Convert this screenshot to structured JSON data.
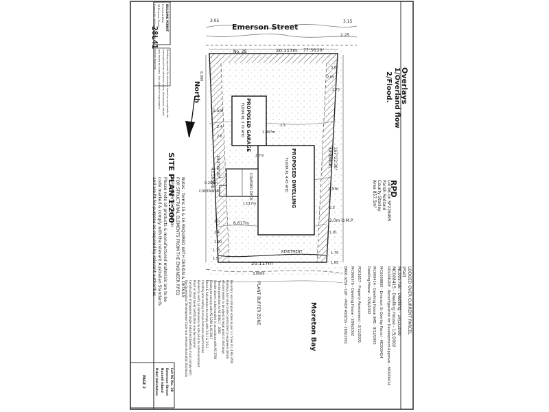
{
  "street": {
    "name": "Emerson Street",
    "rl_left": "3.05",
    "rl_right": "3.15",
    "rl_mid": "2.25"
  },
  "bay": {
    "name": "Moreton Bay"
  },
  "boundary": {
    "top_label": "20.117m",
    "top_bearing": "77°56'20\"",
    "lot_no": "No. 28",
    "bottom_label": "20.117m",
    "depth_left": "43.5956m",
    "depth_left_bearing": "352°39'20\"",
    "depth_right": "39.9840m",
    "depth_right_bearing": "167°22'30\""
  },
  "title": {
    "main": "SITE PLAN 1:200",
    "north": "North"
  },
  "structures": {
    "garage": {
      "label": "PROPOSED GARAGE",
      "floor": "FLOOR RL 3.70 AHD"
    },
    "dwelling": {
      "label": "PROPOSED DWELLING",
      "floor": "FLOOR RL 4.45 AHD"
    },
    "deck": {
      "label": "COVERED DECK"
    },
    "container": "CONTAINER",
    "dims": {
      "front_setback": "6.000",
      "side_a": "1.5m",
      "side_b": "1.087m",
      "mid": "2.7m",
      "deck_gap": "0.200m",
      "rear_gap": "1.017m",
      "rear": "6.617m",
      "right_gap": "2.5m",
      "omp": "2.0m O.M.P."
    },
    "levels": [
      "2.4",
      "2.6",
      "2.5",
      "2.65",
      "2.75",
      "3.0",
      "2.5",
      "1.91",
      "2.0",
      "2.4",
      "1.90",
      "1.75",
      "1.5",
      "1.75",
      "1.65"
    ],
    "buffer": "PLANT BUFFER ZONE",
    "plant_no": "3.0000",
    "revetment": "REVETMENT"
  },
  "overlays": {
    "heading": "Overlays",
    "item1": "1/Overland flow",
    "item2": "2/Flood."
  },
  "rpd": {
    "heading": "RPD",
    "lines": [
      "Lot 96 on SP226495",
      "Parish Redland",
      "County Stanley",
      "Area 857.5m²"
    ]
  },
  "history": {
    "heading": "LODGED OVER CURRENT PARCEL",
    "lines": [
      "(Pad)",
      "MC005798 - Dwelling - 24/2/2000",
      "MC008415 - Dwelling House - 1/5/2002",
      "ROL006208 - Reconfiguration for Development Approval - MC009414",
      "MCU008805 - Emerson St Overlay Parcel - MC009414",
      "MC009414 - Dwelling House SMB - 8/12/2005",
      "Dwelling House - 25/6/2002",
      "PD01657 - Property Assessment - 2/12/2005",
      "MC006976 - Dwelling House - 28/6/2002",
      "BA06 0256 - Cdfr - PROP ASSESS - 28/6/2002"
    ]
  },
  "notes": {
    "lines": [
      "Boundary and site plan notes as per 3.1.5 Ser 8.1.4 AS 3700",
      "Footings and slabs to be constructed to engineers details",
      "All stormwater to be piped to legal point of discharge.",
      "Termite protection to AS 3660.1 - 2000",
      "Smoke alarms to be installed in accordance with AS 3786",
      "Glazing to comply with AS 1288 & AS 2047",
      "Stairs & balustrades to comply with 3.9.1 & 3.9.2",
      "Cladding and roofing to manufacturers specifications",
      "Builder to verify all dimensions on site prior to commencement",
      "Proof of Flood Level certification may be required",
      "Construction of proposed single detached dwelling must comply with",
      "the Queensland Development Code and relevant Australian Standards"
    ]
  },
  "structural": {
    "lines": [
      "Notes - forms 15 & 16 REQUIRED WITH DESIGN & DETAILS",
      "FOR STRUCTURAL ELEMENTS FROM THE ENGINEER RPEQ",
      "BEFORE Final Inspection",
      "Please note all products & manufactured materials are to be",
      "code marked & comply with the relevant Australian Standards",
      "and are fit for purpose as required by relevant authorities"
    ]
  },
  "approval": {
    "lines": [
      "Building approval for structure based on acceptable de-",
      "termination from reference plans, dimensions, details",
      "and levels as shown. Any alteration may require",
      "further approval."
    ]
  },
  "stamp": {
    "label": "BUILDING PERMIT",
    "number": "28L41",
    "lines": [
      "Process & Date",
      "28 Emerson Street",
      "Council B.J. Williams A70775"
    ]
  },
  "titleblock": {
    "lines": [
      "Lot 96 No. 28",
      "Emerson Street",
      "Russell Island",
      "Print Validation"
    ],
    "page": "PAGE 2"
  }
}
